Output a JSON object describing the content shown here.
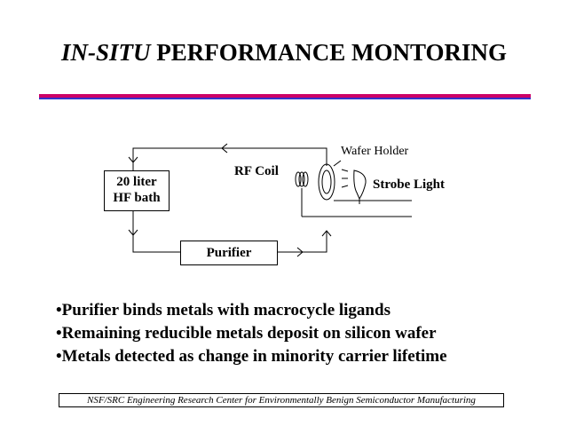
{
  "title": {
    "italic_part": "IN-SITU",
    "rest": " PERFORMANCE MONTORING"
  },
  "colors": {
    "rule_top": "#cc0066",
    "rule_bottom": "#3333cc"
  },
  "diagram": {
    "bath_line1": "20 liter",
    "bath_line2": "HF bath",
    "purifier": "Purifier",
    "rf_coil": "RF Coil",
    "wafer_holder": "Wafer Holder",
    "strobe_light": "Strobe Light"
  },
  "bullets": [
    "•Purifier binds metals with macrocycle ligands",
    "•Remaining reducible metals deposit on silicon wafer",
    "•Metals detected as change in minority carrier lifetime"
  ],
  "footer": "NSF/SRC Engineering Research Center for Environmentally Benign Semiconductor Manufacturing"
}
